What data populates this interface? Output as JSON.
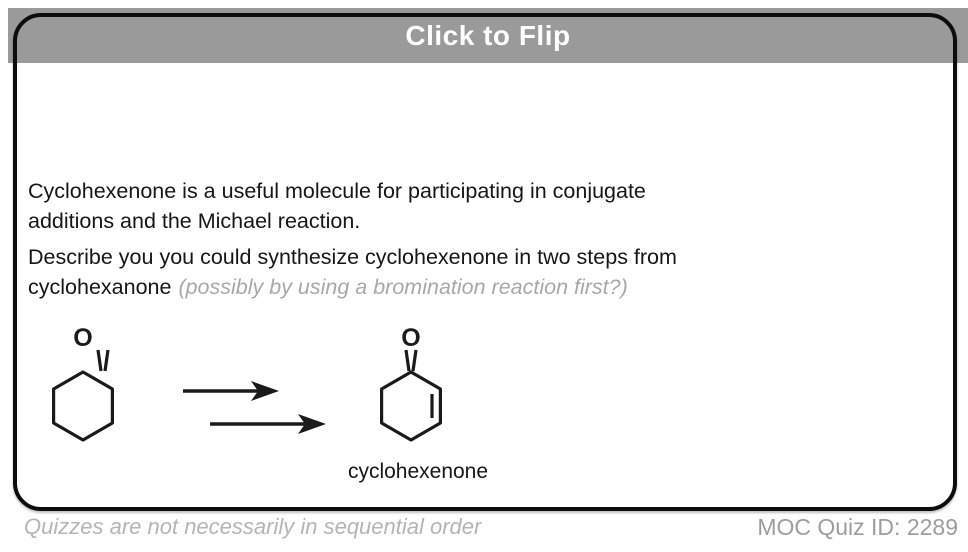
{
  "flip_button": {
    "label": "Click to Flip"
  },
  "question": {
    "paragraph1_line1": "Cyclohexenone is a useful molecule for participating in conjugate",
    "paragraph1_line2": "additions and the Michael reaction.",
    "paragraph2_line1": "Describe you you could synthesize cyclohexenone in two steps from",
    "paragraph2_line2_text": "cyclohexanone",
    "paragraph2_line2_hint": "(possibly by using a bromination reaction first?)"
  },
  "scheme": {
    "reactant_atom_label": "O",
    "product_atom_label": "O",
    "product_caption": "cyclohexenone",
    "arrow_count": 2
  },
  "footer": {
    "left_note": "Quizzes are not necessarily in sequential order",
    "quiz_id": "MOC Quiz ID: 2289"
  },
  "colors": {
    "flip_bar": "#9a9a9a",
    "flip_label": "#ffffff",
    "card_border": "#0d0d0d",
    "body_text": "#161616",
    "hint_text": "#a8a8a8",
    "structure_stroke": "#1a1a1a",
    "footer_left_text": "#b5b5b5",
    "footer_right_text": "#9d9d9d"
  }
}
